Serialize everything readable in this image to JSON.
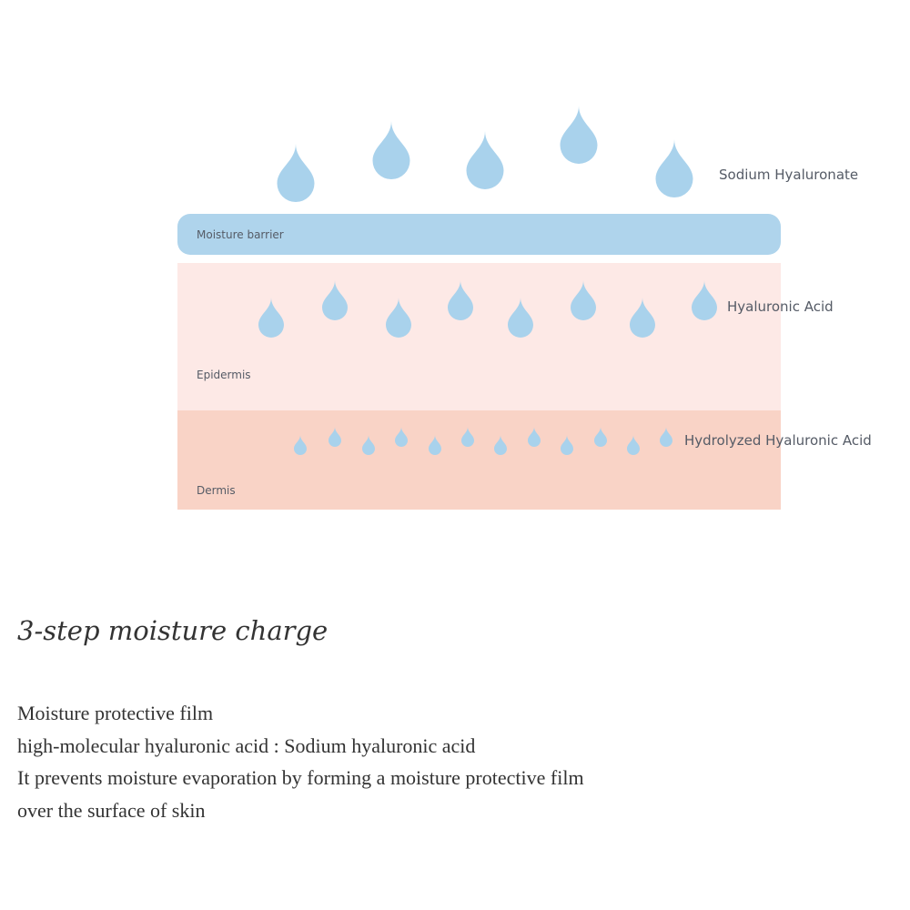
{
  "diagram": {
    "layers": {
      "moisture_barrier": "Moisture barrier",
      "epidermis": "Epidermis",
      "dermis": "Dermis"
    },
    "ingredients": {
      "sodium_hyaluronate": "Sodium Hyaluronate",
      "hyaluronic_acid": "Hyaluronic Acid",
      "hydrolyzed_hyaluronic_acid": "Hydrolyzed Hyaluronic Acid"
    },
    "colors": {
      "drop": "#a9d2ec",
      "moisture_barrier": "#afd4ec",
      "epidermis": "#fde9e6",
      "dermis": "#f9d3c6"
    }
  },
  "text": {
    "heading": "3-step moisture charge",
    "lines": [
      "Moisture protective film",
      "high-molecular hyaluronic acid : Sodium hyaluronic acid",
      "It prevents moisture evaporation by forming a moisture protective film",
      "over the surface of skin"
    ]
  }
}
